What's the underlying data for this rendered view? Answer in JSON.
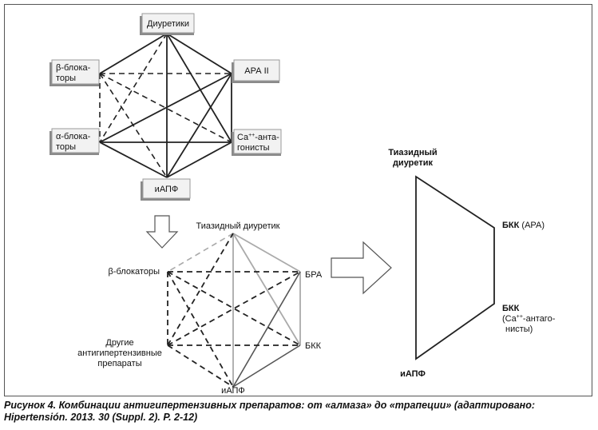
{
  "diamond_top": {
    "nodes": {
      "diuretics": "Диуретики",
      "ara": "АРА II",
      "beta_line1": "β-блока-",
      "beta_line2": "торы",
      "alpha_line1": "α-блока-",
      "alpha_line2": "торы",
      "ca_line1_pre": "Ca",
      "ca_line1_sup": "++",
      "ca_line1_post": "-анта-",
      "ca_line2": "гонисты",
      "iapf": "иАПФ"
    }
  },
  "diamond_bottom": {
    "labels": {
      "thiazide": "Тиазидный диуретик",
      "beta": "β-блокаторы",
      "bra": "БРА",
      "other_line1": "Другие",
      "other_line2": "антигипертензивные",
      "other_line3": "препараты",
      "bkk": "БКК",
      "iapf": "иАПФ"
    }
  },
  "trapezoid": {
    "labels": {
      "thiazide_line1": "Тиазидный",
      "thiazide_line2": "диуретик",
      "bkk_ara_bold": "БКК",
      "bkk_ara_rest": " (АРА)",
      "bkk_ca_bold": "БКК",
      "bkk_ca_line2_pre": "(Ca",
      "bkk_ca_line2_sup": "++",
      "bkk_ca_line2_post": "-антаго-",
      "bkk_ca_line3": "нисты)",
      "iapf": "иАПФ"
    }
  },
  "caption": {
    "line1": "Рисунок 4. Комбинации антигипертензивных препаратов: от «алмаза» до «трапеции» (адаптировано:",
    "line2": "Hipertensión. 2013. 30 (Suppl. 2). P. 2-12)"
  },
  "colors": {
    "line": "#222222",
    "light_line": "#aaaaaa",
    "box_fill": "#f2f2f2",
    "box_shadow": "#8a8a8a"
  }
}
